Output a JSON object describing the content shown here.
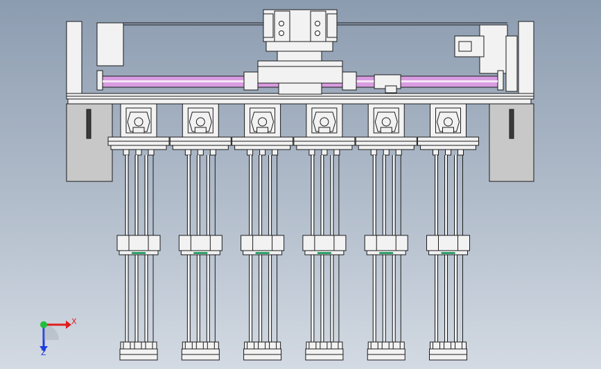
{
  "view": {
    "background_top": "#8c9cb0",
    "background_bottom": "#d3dae3"
  },
  "colors": {
    "part_fill": "#f2f2f2",
    "part_stroke": "#1a1a1a",
    "side_block": "#c8c8c8",
    "guide_rod": "#d89ce0",
    "guide_rod_highlight": "#f6e6f8",
    "axis_x": "#e01c1c",
    "axis_y": "#1fbf3a",
    "axis_z": "#1c3ce0"
  },
  "assembly": {
    "module_count": 6
  },
  "triad": {
    "x_label": "X",
    "z_label": "Z",
    "icon": "coordinate-triad-icon"
  }
}
